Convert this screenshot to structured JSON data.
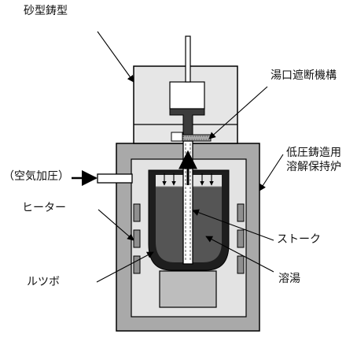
{
  "labels": {
    "sand_mold": "砂型鋳型",
    "gate_shutoff": "湯口遮断機構",
    "furnace_line1": "低圧鋳造用",
    "furnace_line2": "溶解保持炉",
    "air_pressure": "（空気加圧）",
    "heater": "ヒーター",
    "stoke": "ストーク",
    "crucible": "ルツボ",
    "melt": "溶湯"
  },
  "colors": {
    "background": "#ffffff",
    "furnace_wall": "#a9a9a9",
    "furnace_inner": "#e3e3e3",
    "crucible_wall": "#1e1e1e",
    "melt": "#555555",
    "melt_surface": "#777777",
    "gate": "#3c3c3c",
    "heater": "#8f8f8f",
    "outline": "#000000"
  }
}
